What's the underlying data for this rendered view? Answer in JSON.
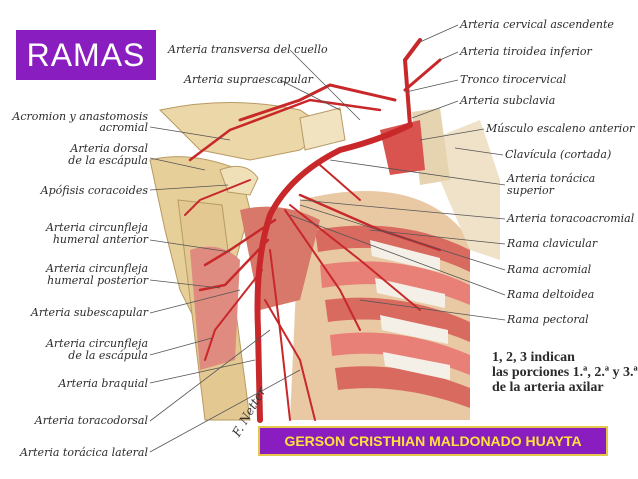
{
  "title": "RAMAS",
  "author": "GERSON CRISTHIAN MALDONADO HUAYTA",
  "signature": "F. Netter",
  "note": {
    "line1": "1, 2, 3 indican",
    "line2": "las porciones 1.ª, 2.ª y 3.ª",
    "line3": "de la arteria axilar"
  },
  "labels_top": {
    "transversa": "Arteria transversa del cuello",
    "supraescapular": "Arteria supraescapular"
  },
  "labels_left": {
    "acromion1": "Acromion y anastomosis",
    "acromion2": "acromial",
    "dorsal1": "Arteria dorsal",
    "dorsal2": "de la escápula",
    "coracoides": "Apófisis coracoides",
    "circ_ant1": "Arteria circunfleja",
    "circ_ant2": "humeral anterior",
    "circ_post1": "Arteria circunfleja",
    "circ_post2": "humeral posterior",
    "subescapular": "Arteria subescapular",
    "circ_esc1": "Arteria circunfleja",
    "circ_esc2": "de la escápula",
    "braquial": "Arteria braquial",
    "toracodorsal": "Arteria toracodorsal",
    "toracica_lateral": "Arteria torácica lateral"
  },
  "labels_right": {
    "cervical": "Arteria cervical ascendente",
    "tiroidea": "Arteria tiroidea inferior",
    "tronco": "Tronco tirocervical",
    "subclavia": "Arteria subclavia",
    "escaleno": "Músculo escaleno anterior",
    "clavicula": "Clavícula (cortada)",
    "toracica_sup1": "Arteria torácica",
    "toracica_sup2": "superior",
    "toracoacromial": "Arteria toracoacromial",
    "clavicular": "Rama clavicular",
    "acromial": "Rama acromial",
    "deltoidea": "Rama deltoidea",
    "pectoral": "Rama pectoral"
  }
}
